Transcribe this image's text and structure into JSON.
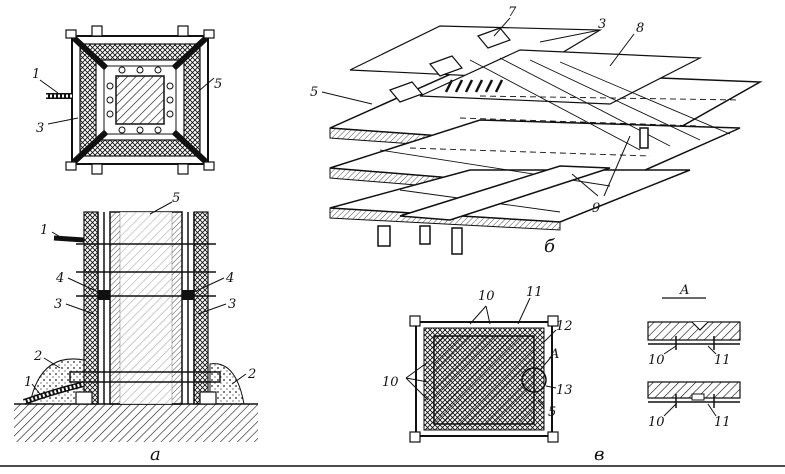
{
  "captions": {
    "a": "а",
    "b": "б",
    "v": "в"
  },
  "labels": {
    "plan": {
      "l1": "1",
      "l3": "3",
      "l5": "5"
    },
    "section": {
      "l1_top": "1",
      "l5": "5",
      "l4_left": "4",
      "l4_right": "4",
      "l3_left": "3",
      "l3_right": "3",
      "l2_left": "2",
      "l2_right": "2",
      "l1_bottom": "1"
    },
    "iso": {
      "l7": "7",
      "l3": "3",
      "l8": "8",
      "l5": "5",
      "l9": "9"
    },
    "form_v": {
      "l10_top": "10",
      "l11": "11",
      "l12": "12",
      "l10_left": "10",
      "lA": "A",
      "l13": "13",
      "l5": "5"
    },
    "detail": {
      "title": "A",
      "l10_a": "10",
      "l11_a": "11",
      "l10_b": "10",
      "l11_b": "11"
    }
  }
}
